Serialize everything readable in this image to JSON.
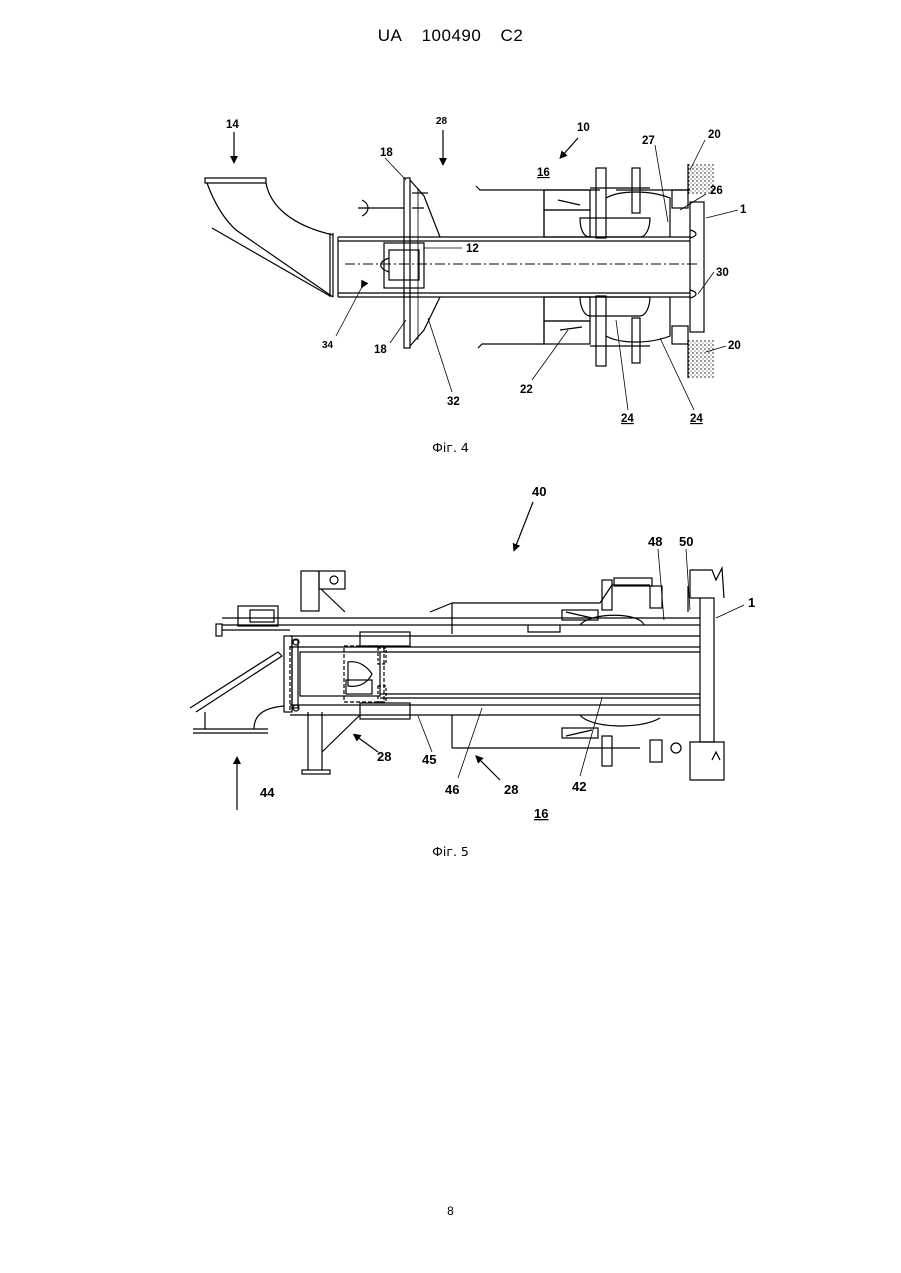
{
  "header": {
    "country": "UA",
    "number": "100490",
    "kind": "C2"
  },
  "fig4": {
    "caption": "Фіг. 4",
    "labels": {
      "l14": "14",
      "l28": "28",
      "l18a": "18",
      "l10": "10",
      "l16": "16",
      "l27": "27",
      "l20a": "20",
      "l26": "26",
      "l1": "1",
      "l12": "12",
      "l30": "30",
      "l34": "34",
      "l18b": "18",
      "l20b": "20",
      "l32": "32",
      "l22": "22",
      "l24a": "24",
      "l24b": "24"
    }
  },
  "fig5": {
    "caption": "Фіг. 5",
    "labels": {
      "l40": "40",
      "l48": "48",
      "l50": "50",
      "l1": "1",
      "l28a": "28",
      "l45": "45",
      "l46": "46",
      "l28b": "28",
      "l42": "42",
      "l44": "44",
      "l16": "16"
    }
  },
  "page_number": "8"
}
